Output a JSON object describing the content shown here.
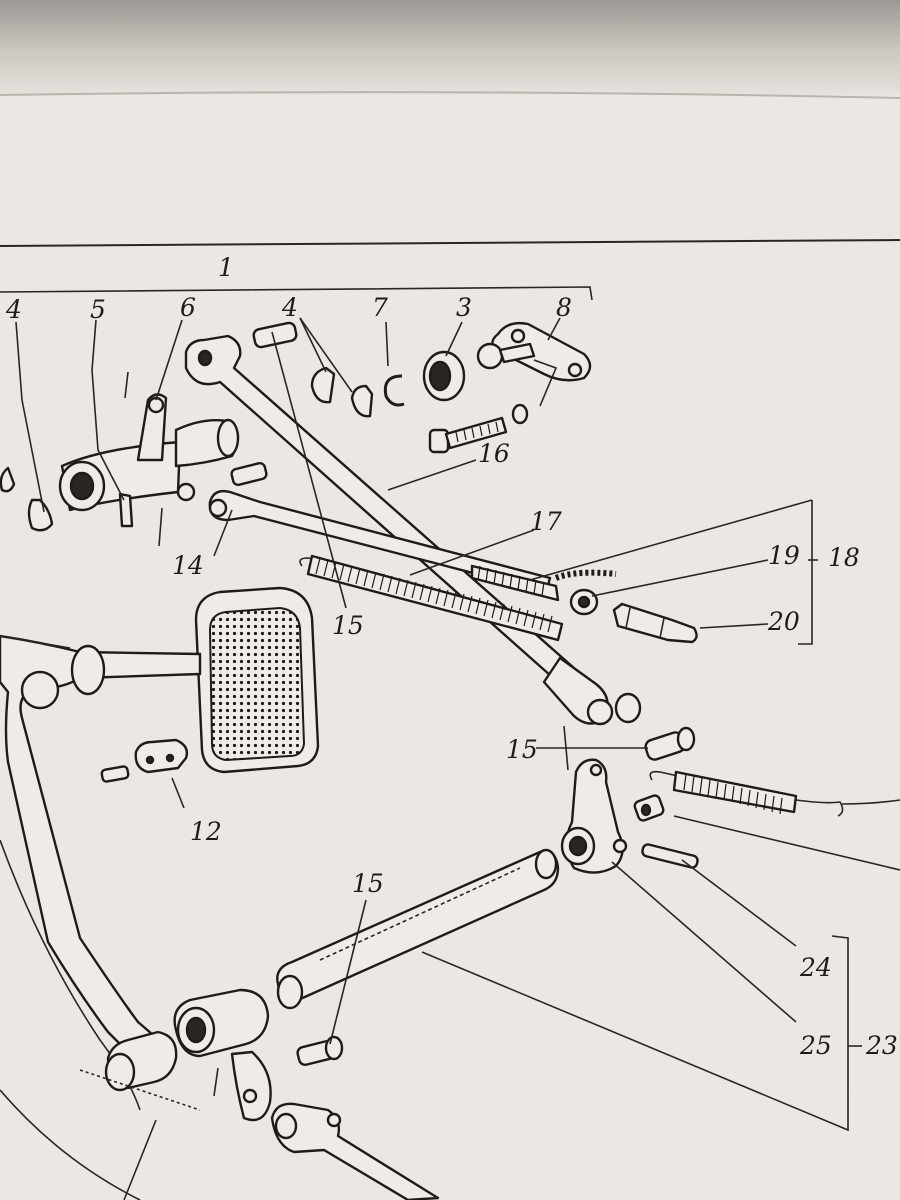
{
  "labels": {
    "l1": "1",
    "l4a": "4",
    "l5": "5",
    "l6": "6",
    "l4b": "4",
    "l7": "7",
    "l3": "3",
    "l8": "8",
    "l16": "16",
    "l17": "17",
    "l18": "18",
    "l19": "19",
    "l20": "20",
    "l14": "14",
    "l15a": "15",
    "l15b": "15",
    "l15c": "15",
    "l12": "12",
    "l24": "24",
    "l25": "25",
    "l23": "23"
  },
  "colors": {
    "paper": "#ebe8e3",
    "ink": "#1e1b19"
  }
}
